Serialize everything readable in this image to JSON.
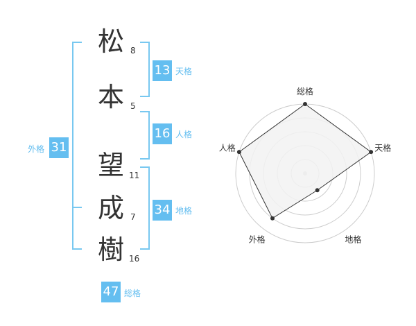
{
  "name": {
    "chars": [
      {
        "char": "松",
        "strokes": "8"
      },
      {
        "char": "本",
        "strokes": "5"
      },
      {
        "char": "望",
        "strokes": "11"
      },
      {
        "char": "成",
        "strokes": "7"
      },
      {
        "char": "樹",
        "strokes": "16"
      }
    ]
  },
  "fortunes": {
    "tenkaku": {
      "value": "13",
      "label": "天格"
    },
    "jinkaku": {
      "value": "16",
      "label": "人格"
    },
    "chikaku": {
      "value": "34",
      "label": "地格"
    },
    "gaikaku": {
      "value": "31",
      "label": "外格"
    },
    "soukaku": {
      "value": "47",
      "label": "総格"
    }
  },
  "colors": {
    "accent": "#64bef0",
    "bracket": "#78c8f0",
    "text": "#333333",
    "radar_fill": "#f2f2f2",
    "radar_stroke": "#333333",
    "grid": "#cccccc"
  },
  "chart_data": {
    "type": "radar",
    "axes": [
      "総格",
      "天格",
      "地格",
      "外格",
      "人格"
    ],
    "levels": 5,
    "max": 5,
    "values": [
      5,
      5,
      1.5,
      4,
      5
    ]
  }
}
